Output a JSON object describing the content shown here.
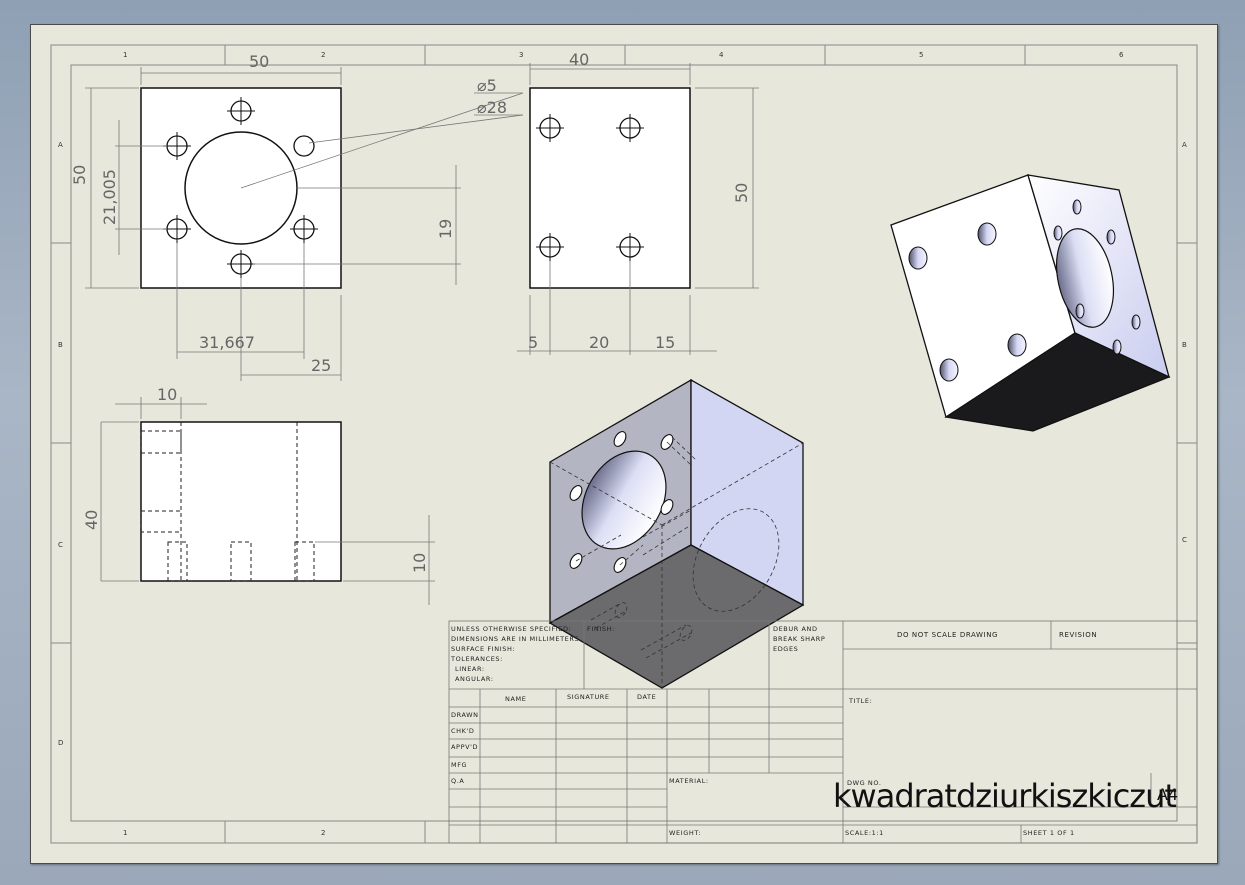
{
  "zone_columns": [
    "1",
    "2",
    "3",
    "4",
    "5",
    "6"
  ],
  "zone_rows": [
    "A",
    "B",
    "C",
    "D"
  ],
  "dimensions": {
    "front_width": "50",
    "front_height": "50",
    "hole_offset": "21,005",
    "small_hole_dia": "⌀5",
    "bore_dia": "⌀28",
    "vertical_19": "19",
    "horiz_31": "31,667",
    "horiz_25": "25",
    "side_width": "40",
    "side_height": "50",
    "side_5": "5",
    "side_20": "20",
    "side_15": "15",
    "top_10": "10",
    "top_40": "40",
    "top_10b": "10"
  },
  "title_block": {
    "unless_notes": [
      "UNLESS OTHERWISE SPECIFIED:",
      "DIMENSIONS ARE IN MILLIMETERS",
      "SURFACE FINISH:",
      "TOLERANCES:",
      "  LINEAR:",
      "  ANGULAR:"
    ],
    "finish": "FINISH:",
    "deburr": [
      "DEBUR AND",
      "BREAK SHARP",
      "EDGES"
    ],
    "do_not_scale": "DO NOT SCALE DRAWING",
    "revision": "REVISION",
    "col_name": "NAME",
    "col_signature": "SIGNATURE",
    "col_date": "DATE",
    "rows": [
      "DRAWN",
      "CHK'D",
      "APPV'D",
      "MFG",
      "Q.A"
    ],
    "title_label": "TITLE:",
    "material": "MATERIAL:",
    "dwg_no_label": "DWG NO.",
    "dwg_no": "kwadratdziurkiszkiczut",
    "size": "A4",
    "weight": "WEIGHT:",
    "scale": "SCALE:1:1",
    "sheet": "SHEET 1 OF 1"
  }
}
